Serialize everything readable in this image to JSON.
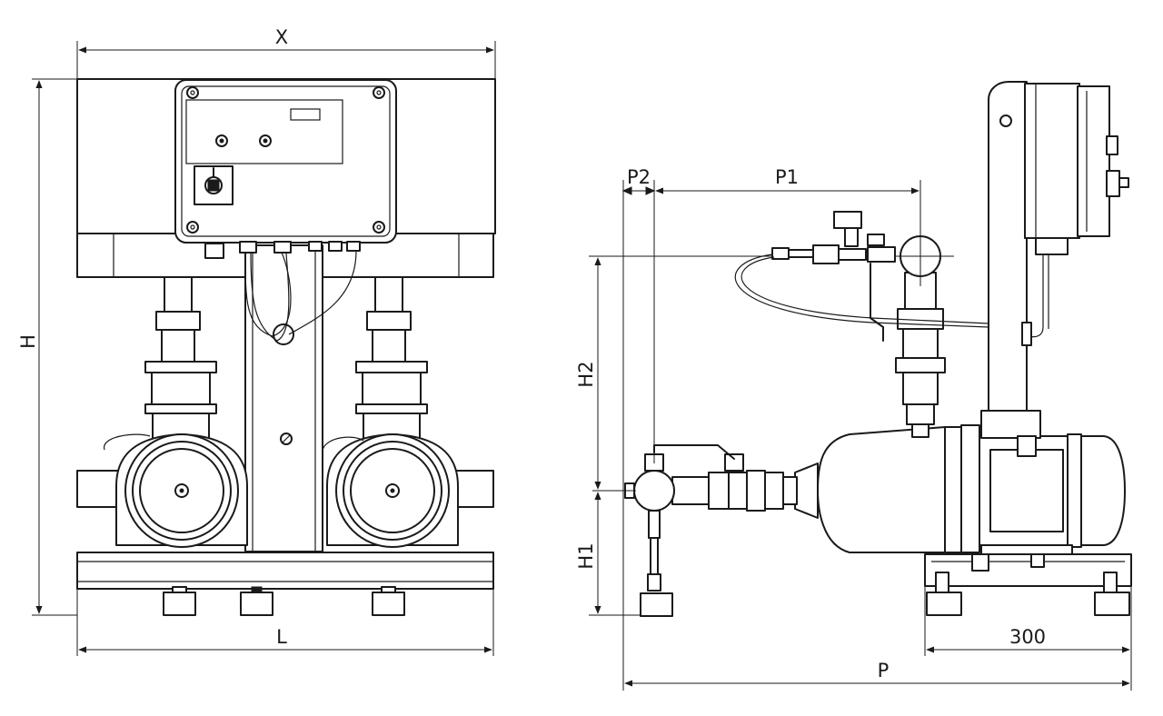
{
  "dimensions": {
    "x": "X",
    "h": "H",
    "l": "L",
    "p": "P",
    "p1": "P1",
    "p2": "P2",
    "h1": "H1",
    "h2": "H2",
    "d300": "300"
  },
  "line_color": "#1a1a1a",
  "background_color": "#ffffff"
}
